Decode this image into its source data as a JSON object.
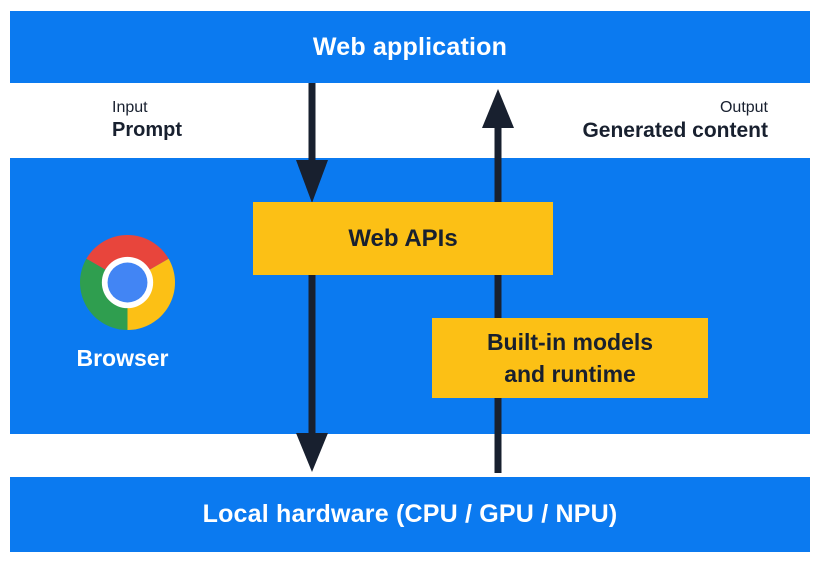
{
  "nodes": {
    "web_application": {
      "label": "Web application"
    },
    "browser": {
      "label": "Browser"
    },
    "web_apis": {
      "label": "Web APIs"
    },
    "builtin_models": {
      "line1": "Built-in models",
      "line2": "and runtime"
    },
    "local_hardware": {
      "label": "Local hardware (CPU / GPU / NPU)"
    }
  },
  "annotations": {
    "input": {
      "kicker": "Input",
      "label": "Prompt"
    },
    "output": {
      "kicker": "Output",
      "label": "Generated content"
    }
  },
  "icons": {
    "chrome": "chrome-icon"
  },
  "arrows": [
    {
      "name": "input-flow-arrow",
      "direction": "down",
      "from": "Web application",
      "to": "Local hardware (CPU / GPU / NPU)",
      "via": "Web APIs"
    },
    {
      "name": "output-flow-arrow",
      "direction": "up",
      "from": "Local hardware (CPU / GPU / NPU)",
      "to": "Web application",
      "via": "Built-in models and runtime"
    }
  ],
  "colors": {
    "blue": "#0b7af0",
    "yellow": "#fcc015",
    "navy": "#18202f",
    "chrome_red": "#e8453c",
    "chrome_green": "#2f9e4f",
    "chrome_blue": "#4285f4",
    "text_on_blue": "#ffffff"
  }
}
